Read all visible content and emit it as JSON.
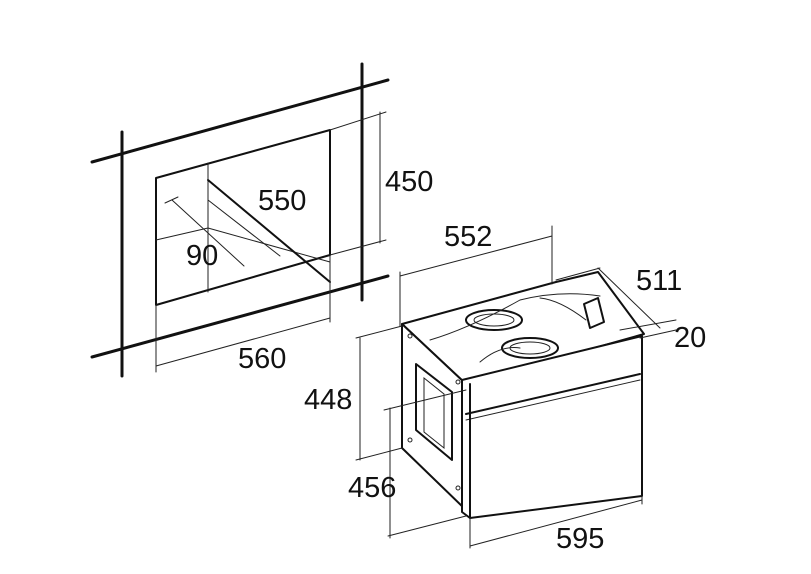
{
  "niche": {
    "dimensions": {
      "width": "560",
      "height": "450",
      "depth": "550",
      "recess": "90"
    }
  },
  "oven": {
    "dimensions": {
      "width_front": "595",
      "width_body": "552",
      "depth_body": "511",
      "door_thickness": "20",
      "height_body": "448",
      "height_front": "456"
    }
  }
}
